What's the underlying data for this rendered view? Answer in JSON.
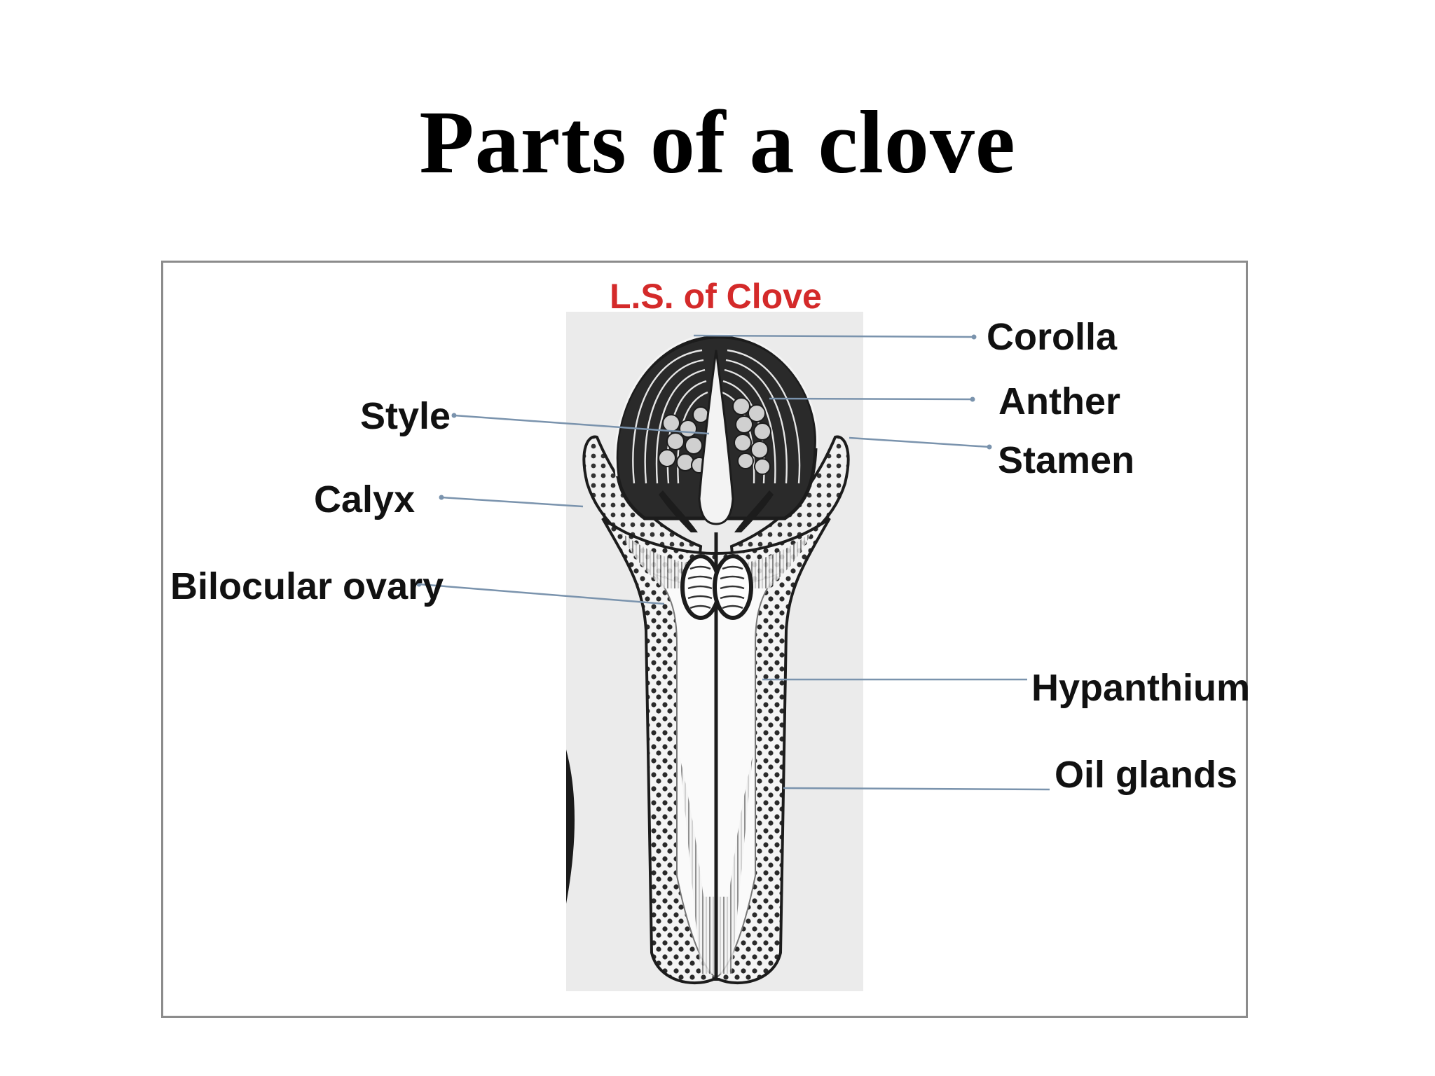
{
  "slide": {
    "title": "Parts of a clove"
  },
  "diagram": {
    "title": "L.S. of Clove",
    "labels": {
      "corolla": "Corolla",
      "anther": "Anther",
      "stamen": "Stamen",
      "style": "Style",
      "calyx": "Calyx",
      "bilocular_ovary": "Bilocular ovary",
      "hypanthium": "Hypanthium",
      "oil_glands": "Oil glands"
    },
    "colors": {
      "diagram_title": "#d42a2a",
      "leader_lines": "#7a93ad",
      "frame": "#8c8c8c",
      "illustration_background": "#ebebeb",
      "ink": "#1c1c1c"
    }
  }
}
